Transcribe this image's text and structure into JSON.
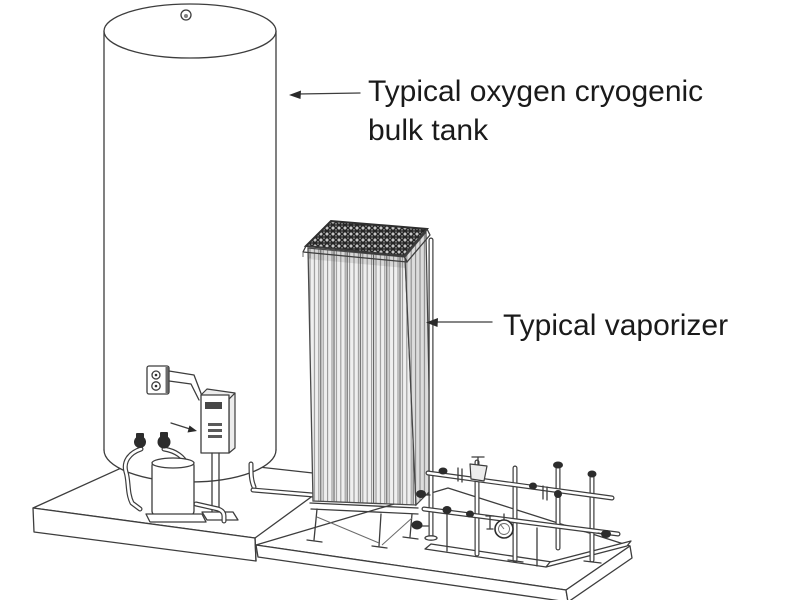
{
  "illustration": {
    "background": "#ffffff",
    "line_color": "#3d3d3d",
    "text_color": "#1a1a1a"
  },
  "annotations": [
    {
      "id": "tank-label",
      "lines": [
        "Typical oxygen cryogenic",
        "bulk tank"
      ],
      "arrow_direction": "left",
      "points_to": "bulk tank"
    },
    {
      "id": "vaporizer-label",
      "lines": [
        "Typical vaporizer"
      ],
      "arrow_direction": "left",
      "points_to": "vaporizer"
    }
  ],
  "depicted_components": [
    "oxygen cryogenic bulk tank",
    "tank relief valve",
    "junction box",
    "control box on pedestal",
    "pressure regulators on vessel",
    "finned vaporizer column",
    "valve manifold",
    "pressure gauge",
    "concrete foundation pads"
  ]
}
